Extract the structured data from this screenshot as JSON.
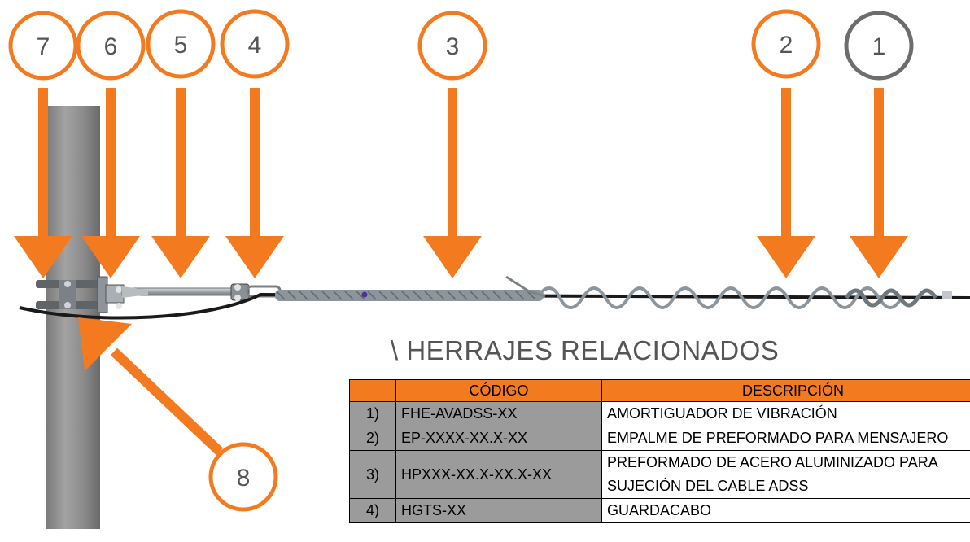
{
  "callouts": [
    {
      "label": "7",
      "color": "#f47a20"
    },
    {
      "label": "6",
      "color": "#f47a20"
    },
    {
      "label": "5",
      "color": "#f47a20"
    },
    {
      "label": "4",
      "color": "#f47a20"
    },
    {
      "label": "3",
      "color": "#f47a20"
    },
    {
      "label": "2",
      "color": "#f47a20"
    },
    {
      "label": "1",
      "color": "#6d6d6d"
    },
    {
      "label": "8",
      "color": "#f47a20"
    }
  ],
  "section_title": "\\ HERRAJES RELACIONADOS",
  "table": {
    "headers": [
      "",
      "CÓDIGO",
      "DESCRIPCIÓN"
    ],
    "rows": [
      {
        "num": "1)",
        "code": "FHE-AVADSS-XX",
        "desc": [
          "AMORTIGUADOR DE VIBRACIÓN"
        ]
      },
      {
        "num": "2)",
        "code": "EP-XXXX-XX.X-XX",
        "desc": [
          "EMPALME DE PREFORMADO PARA MENSAJERO"
        ]
      },
      {
        "num": "3)",
        "code": "HPXXX-XX.X-XX.X-XX",
        "desc": [
          "PREFORMADO DE ACERO ALUMINIZADO PARA",
          "SUJECIÓN DEL CABLE ADSS"
        ]
      },
      {
        "num": "4)",
        "code": "HGTS-XX",
        "desc": [
          "GUARDACABO"
        ]
      }
    ]
  },
  "colors": {
    "accent": "#f47a20",
    "pole": "#8c8c8c",
    "cable": "#1a1a1a",
    "hardware": "#9aa0a6",
    "header_fill": "#f47a20",
    "code_fill": "#9b9b9b"
  }
}
